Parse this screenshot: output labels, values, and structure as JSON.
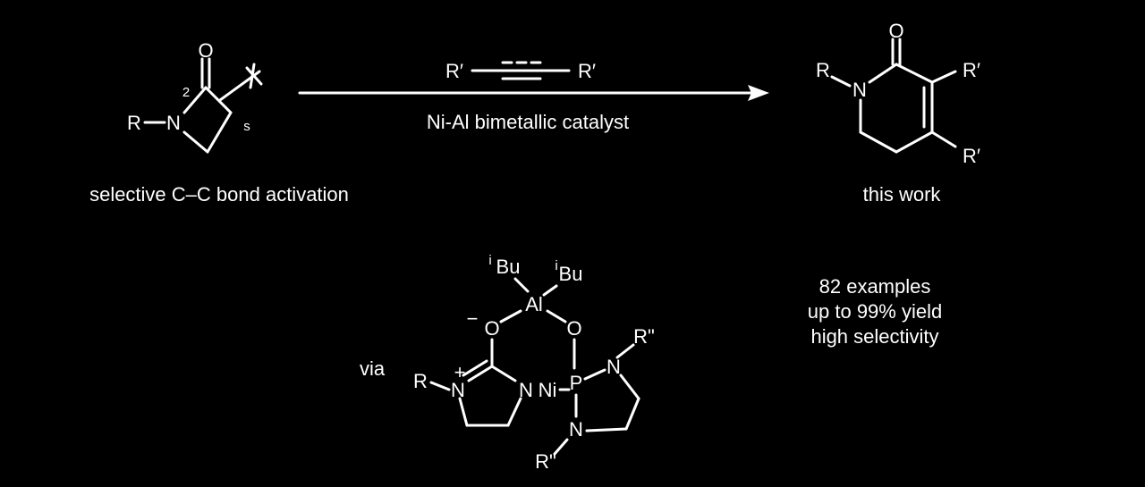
{
  "colors": {
    "background": "#000000",
    "foreground": "#ffffff"
  },
  "reactant": {
    "atom_o": "O",
    "atom_n": "N",
    "group_r": "R",
    "locant_2": "2",
    "locant_s": "s",
    "caption": "selective C–C bond activation"
  },
  "arrow": {
    "alkyne_left": "R′",
    "alkyne_right": "R′",
    "catalyst_label": "Ni-Al bimetallic catalyst"
  },
  "product": {
    "atom_o": "O",
    "atom_n": "N",
    "group_r": "R",
    "subst_top": "R′",
    "subst_bottom": "R′",
    "caption": "this work"
  },
  "catalyst": {
    "via_label": "via",
    "al_label": "Al",
    "ibu_left_sup": "i",
    "ibu_left_text": "Bu",
    "ibu_right_sup": "i",
    "ibu_right_text": "Bu",
    "o_left": "O",
    "o_left_charge": "−",
    "o_right": "O",
    "n_plus": "N",
    "n_plus_charge": "+",
    "n_r": "R",
    "n_ring": "N",
    "ni_label": "Ni",
    "p_label": "P",
    "n_top": "N",
    "n_top_r": "R\"",
    "n_bottom": "N",
    "n_bottom_r": "R\""
  },
  "highlights": {
    "lines": [
      "82 examples",
      "up to 99% yield",
      "high selectivity"
    ]
  }
}
